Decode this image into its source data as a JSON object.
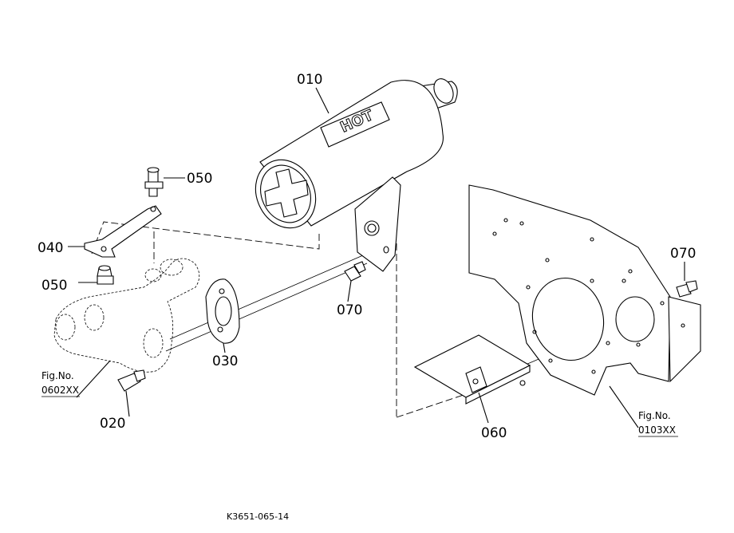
{
  "part_labels": {
    "p010": "010",
    "p020": "020",
    "p030": "030",
    "p040": "040",
    "p050a": "050",
    "p050b": "050",
    "p060": "060",
    "p070a": "070",
    "p070b": "070"
  },
  "fig_refs": {
    "left": {
      "title": "Fig.No.",
      "number": "0602XX"
    },
    "right": {
      "title": "Fig.No.",
      "number": "0103XX"
    }
  },
  "muffler_mark": "HOT",
  "drawing_code": "K3651-065-14"
}
